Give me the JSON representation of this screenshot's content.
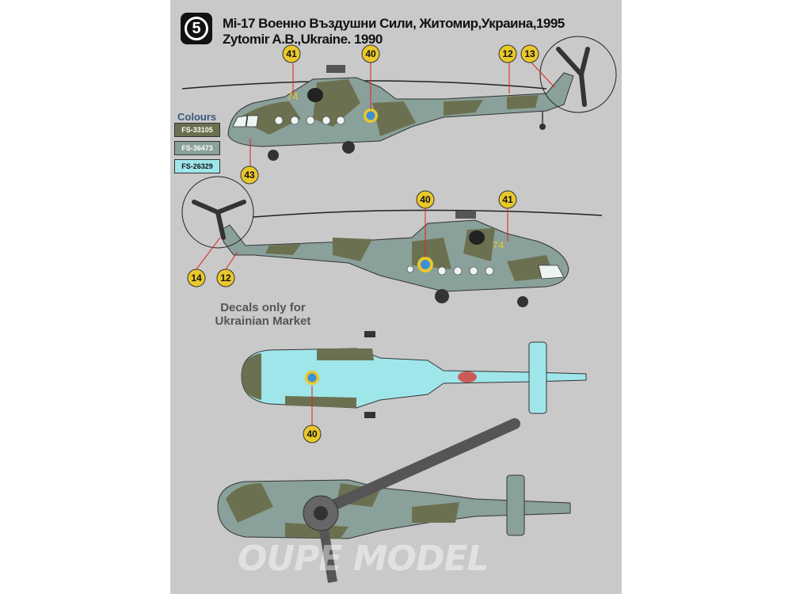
{
  "plate": {
    "number": "5"
  },
  "title": {
    "line1": "Mi-17 Военно Въздушни Сили, Житомир,Украина,1995",
    "line2": "Zytomir A.B.,Ukraine. 1990"
  },
  "colours": {
    "heading": "Colours",
    "items": [
      {
        "code": "FS-33105",
        "hex": "#6b7150"
      },
      {
        "code": "FS-36473",
        "hex": "#8aa09a"
      },
      {
        "code": "FS-26329",
        "hex": "#9fe6ea"
      }
    ]
  },
  "decal_note": "Decals only for Ukrainian Market",
  "markings": {
    "tactical_number": "74"
  },
  "callouts": {
    "top_view": [
      "41",
      "40",
      "12",
      "13",
      "43"
    ],
    "side_view_2": [
      "40",
      "41",
      "14",
      "12"
    ],
    "underside": [
      "40"
    ]
  },
  "watermark": "OUPE MODEL"
}
